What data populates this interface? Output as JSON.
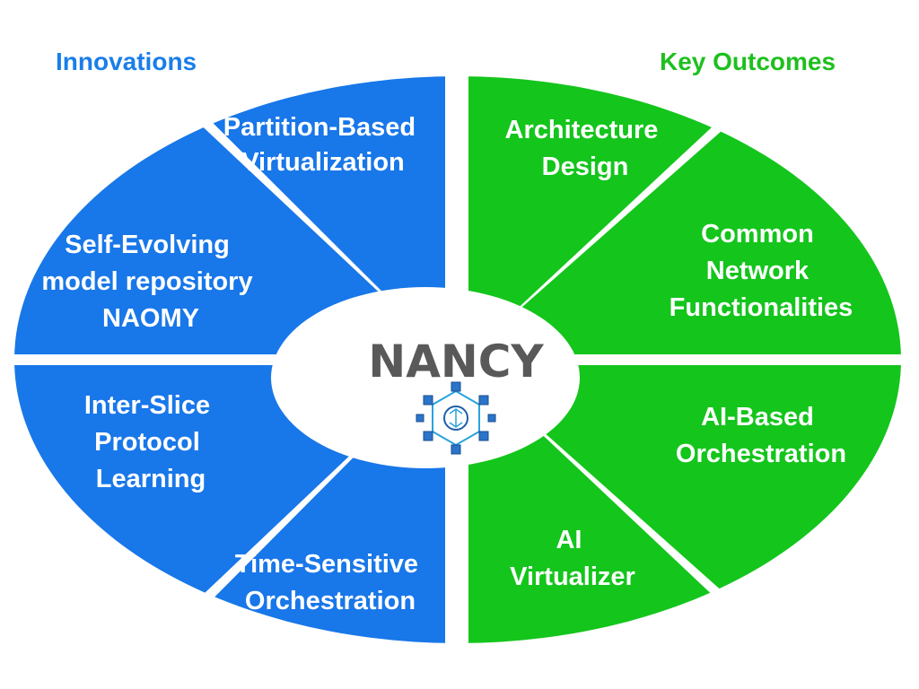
{
  "headers": {
    "left": "Innovations",
    "right": "Key Outcomes"
  },
  "center": {
    "title": "NANCY",
    "logo_icon": "network-brain-cubes-icon"
  },
  "colors": {
    "innovations": "#1877e9",
    "outcomes": "#14c51c",
    "center_text": "#595959",
    "left_header": "#1a7ee8",
    "right_header": "#1ec01e"
  },
  "innovations": [
    {
      "lines": [
        "Partition-Based",
        "Virtualization"
      ]
    },
    {
      "lines": [
        "Self-Evolving",
        "model repository",
        "NAOMY"
      ]
    },
    {
      "lines": [
        "Inter-Slice",
        "Protocol",
        "Learning"
      ]
    },
    {
      "lines": [
        "Time-Sensitive",
        "Orchestration"
      ]
    }
  ],
  "outcomes": [
    {
      "lines": [
        "Architecture",
        "Design"
      ]
    },
    {
      "lines": [
        "Common",
        "Network",
        "Functionalities"
      ]
    },
    {
      "lines": [
        "AI-Based",
        "Orchestration"
      ]
    },
    {
      "lines": [
        "AI",
        "Virtualizer"
      ]
    }
  ]
}
